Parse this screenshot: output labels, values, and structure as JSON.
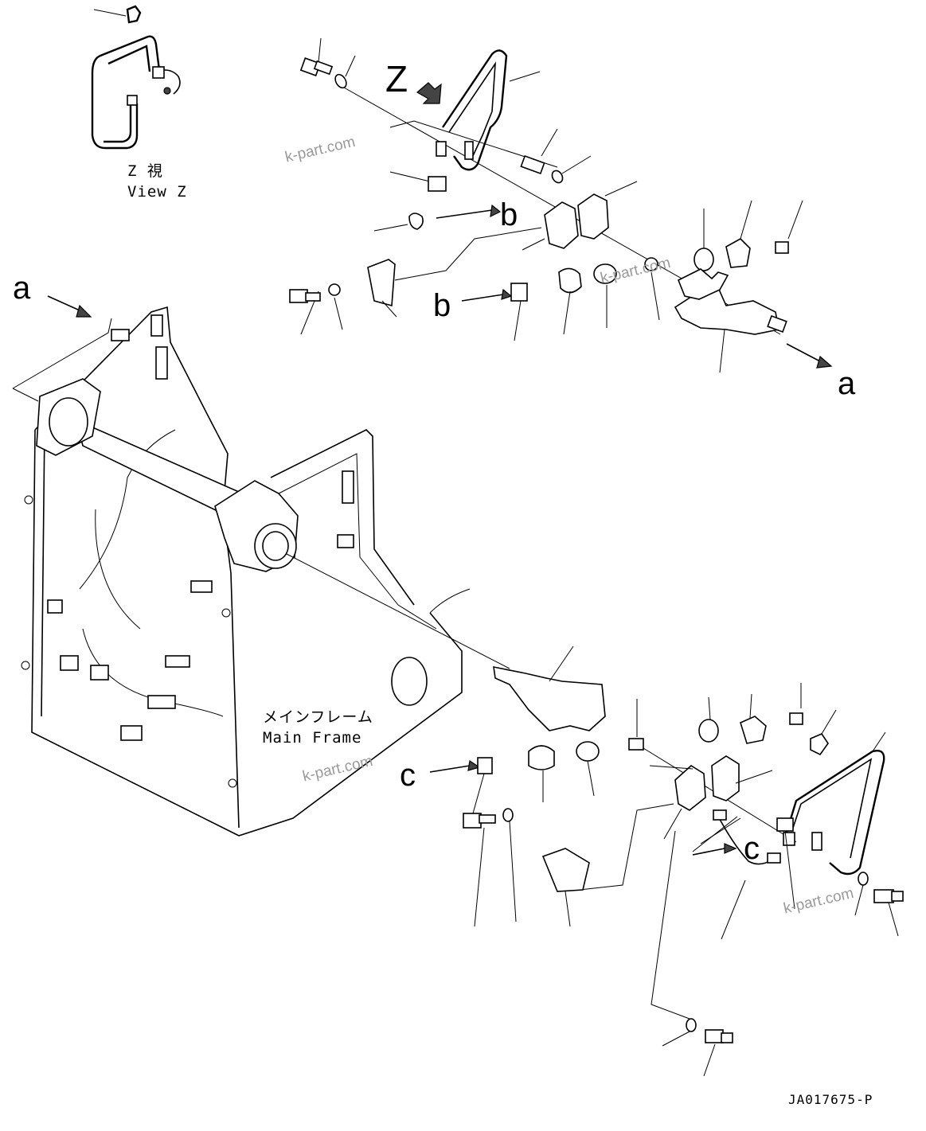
{
  "labels": {
    "view_z_jp": "Z 視",
    "view_z_en": "View Z",
    "z_arrow": "Z",
    "ref_a_left": "a",
    "ref_a_right": "a",
    "ref_b_top": "b",
    "ref_b_mid": "b",
    "ref_c_left": "c",
    "ref_c_right": "c",
    "main_frame_jp": "メインフレーム",
    "main_frame_en": "Main Frame"
  },
  "watermarks": [
    "k-part.com",
    "k-part.com",
    "k-part.com",
    "k-part.com"
  ],
  "drawing_code": "JA017675-P"
}
